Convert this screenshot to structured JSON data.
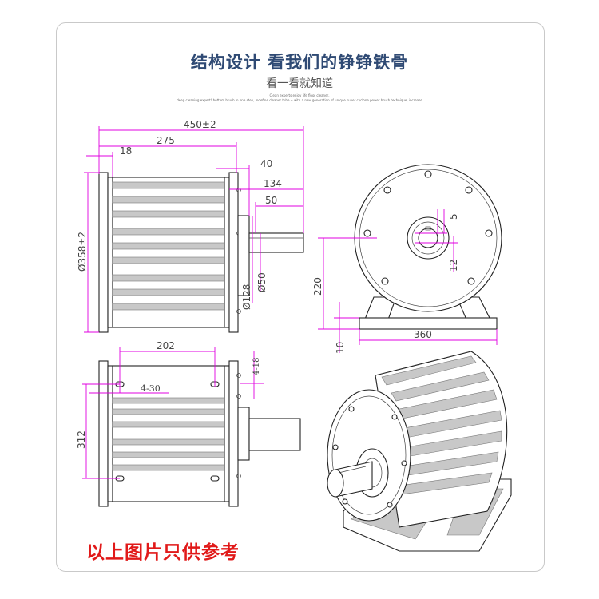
{
  "header": {
    "title": "结构设计  看我们的铮铮铁骨",
    "subtitle": "看一看就知道",
    "tagline_1": "Clean experts enjoy life floor cleaner,",
    "tagline_2": "deep cleaning expert! bottom brush in one step, indefine cleaner tube -- with a new generation of unique super cyclone power brush technique, increase"
  },
  "dimensions": {
    "overall_length": "450±2",
    "body_length": "275",
    "flange_left": "18",
    "flange_right": "40",
    "shaft_total": "134",
    "shaft_length": "50",
    "body_diameter": "Ø358±2",
    "hub_diameter": "Ø128",
    "shaft_diameter": "Ø50",
    "key_width": "5",
    "key_depth": "12",
    "center_height": "220",
    "base_thickness": "10",
    "base_width": "360",
    "hole_spacing": "202",
    "base_holes": "4-18",
    "slot_holes": "4-30",
    "hole_pitch": "312"
  },
  "footer": {
    "note": "以上图片只供参考"
  },
  "colors": {
    "dimension_line": "#e000e0",
    "title": "#2f4a74",
    "footer_note": "#e11919"
  }
}
